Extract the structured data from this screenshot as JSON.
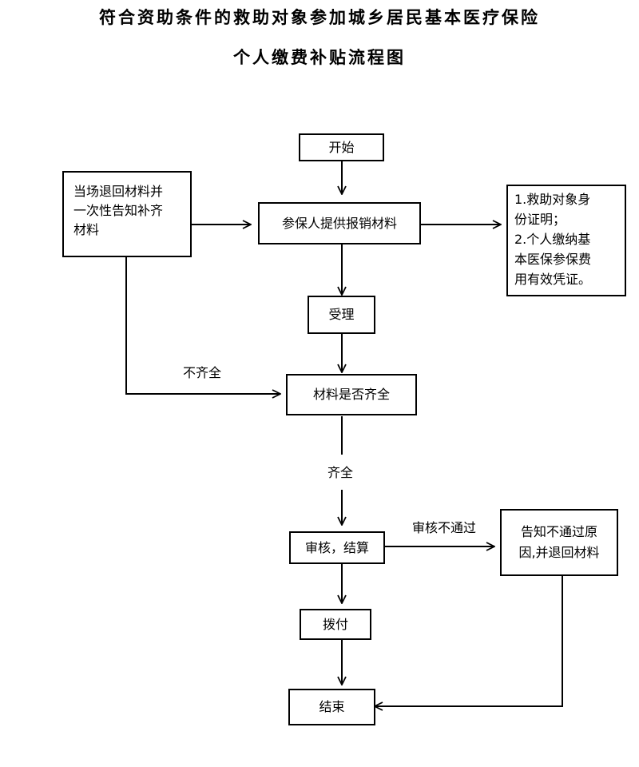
{
  "title": {
    "line1": "符合资助条件的救助对象参加城乡居民基本医疗保险",
    "line2": "个人缴费补贴流程图"
  },
  "nodes": {
    "start": "开始",
    "submit": "参保人提供报销材料",
    "accept": "受理",
    "check": "材料是否齐全",
    "review": "审核，结算",
    "pay": "拨付",
    "end": "结束",
    "return": [
      "当场退回材料并",
      "一次性告知补齐",
      "材料"
    ],
    "materials": [
      "1.救助对象身",
      "份证明；",
      "2.个人缴纳基",
      "本医保参保费",
      "用有效凭证。"
    ],
    "notify": [
      "告知不通过原",
      "因,并退回材料"
    ]
  },
  "edge_labels": {
    "incomplete": "不齐全",
    "complete": "齐全",
    "fail": "审核不通过"
  }
}
